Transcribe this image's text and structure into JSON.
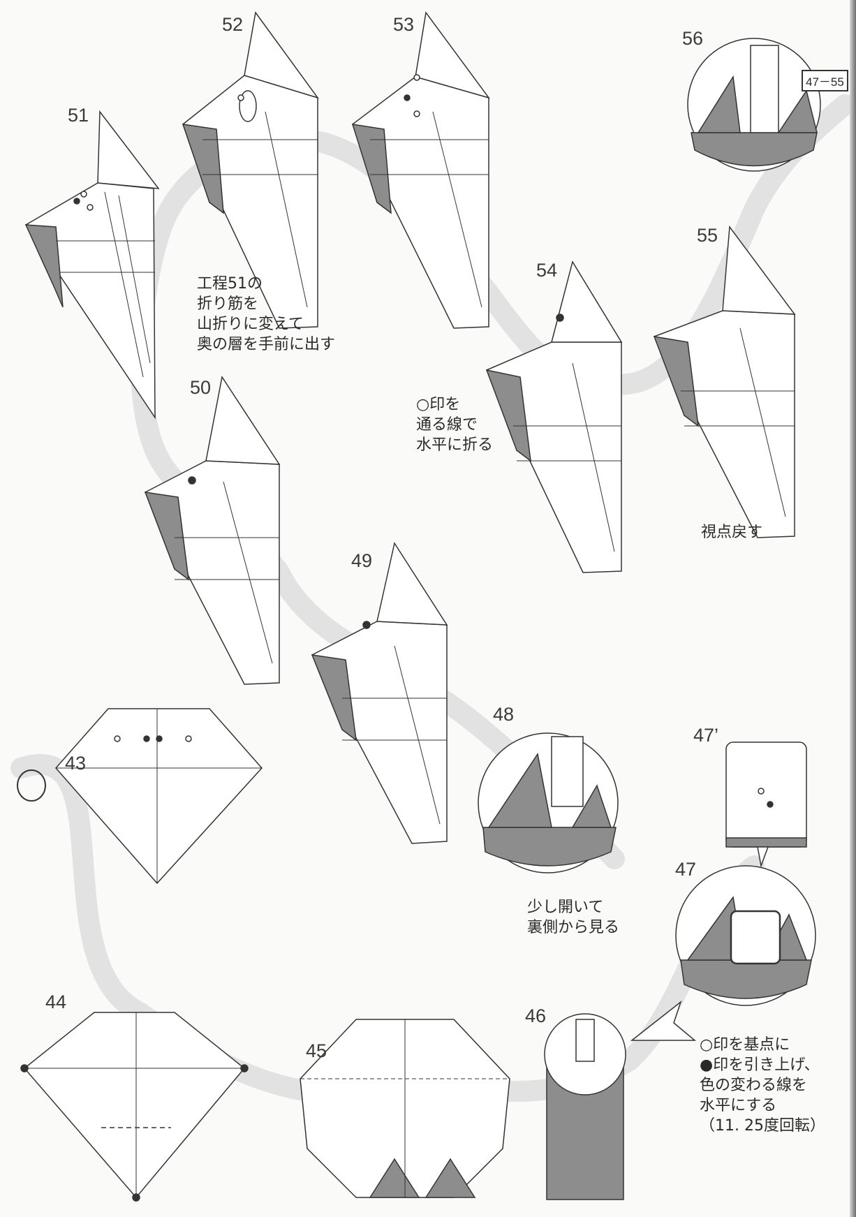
{
  "steps": {
    "s43": "43",
    "s44": "44",
    "s45": "45",
    "s46": "46",
    "s47": "47",
    "s47p": "47’",
    "s48": "48",
    "s49": "49",
    "s50": "50",
    "s51": "51",
    "s52": "52",
    "s53": "53",
    "s54": "54",
    "s55": "55",
    "s56": "56"
  },
  "reference_badge": "47－55",
  "notes": {
    "n52": "工程51の\n折り筋を\n山折りに変えて\n奥の層を手前に出す",
    "n54": "○印を\n通る線で\n水平に折る",
    "n55": "視点戻す",
    "n48": "少し開いて\n裏側から見る",
    "n47": "○印を基点に\n●印を引き上げ、\n色の変わる線を\n水平にする\n（11. 25度回転）"
  },
  "colors": {
    "paper": "#fafaf8",
    "flow_band": "#e2e2e2",
    "shaded": "#8d8d8d",
    "line": "#333333"
  }
}
